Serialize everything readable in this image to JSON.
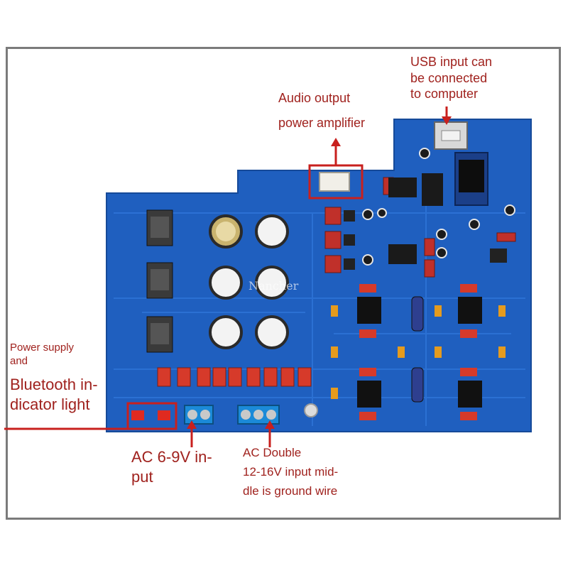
{
  "labels": {
    "usb": "USB input can\nbe connected\nto computer",
    "audio_line1": "Audio output",
    "audio_line2": "power amplifier",
    "power_small": "Power supply\nand",
    "power_big": "Bluetooth in-\ndicator light",
    "ac_input": "AC 6-9V in-\nput",
    "ac_double": "AC Double\n12-16V input mid-\ndle is ground wire"
  },
  "board_text": {
    "watermark": "Nancher"
  },
  "colors": {
    "board": "#1f5fbf",
    "annotation": "#c8201e",
    "frame": "#7b7b7b"
  }
}
